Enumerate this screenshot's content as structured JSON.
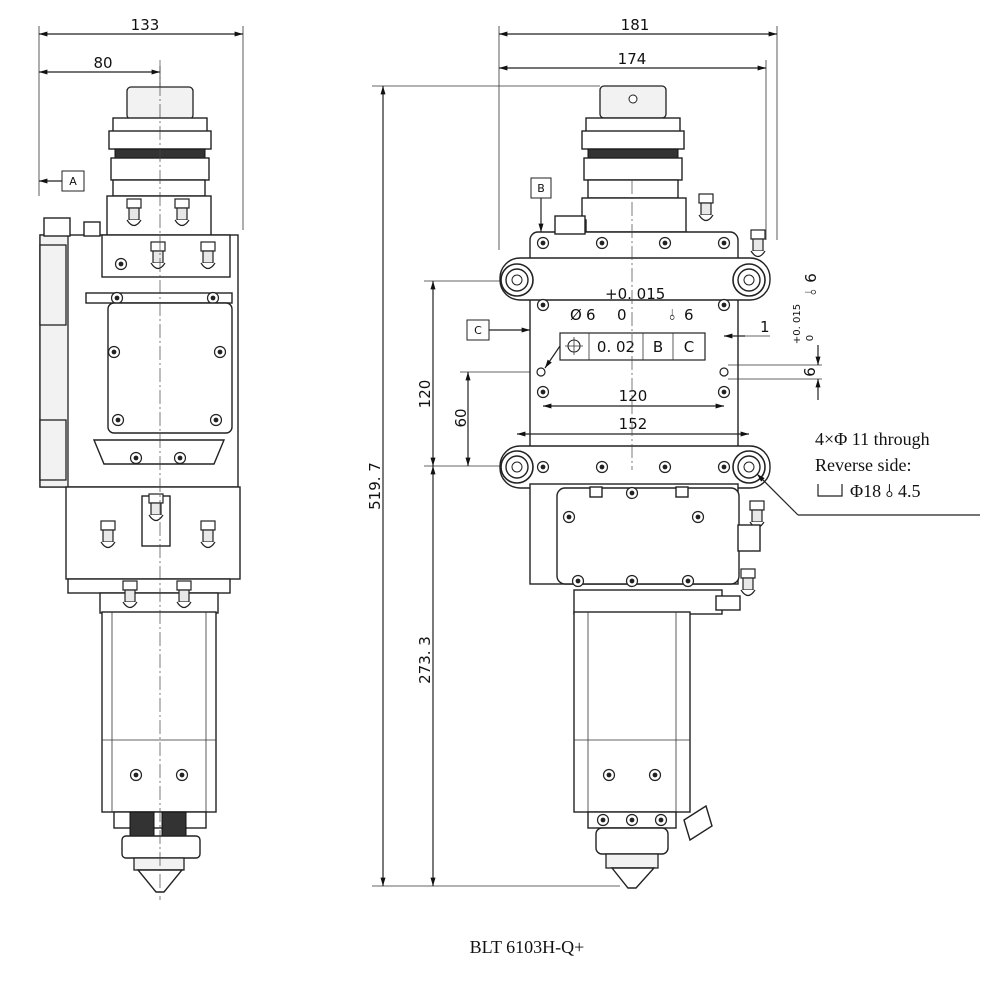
{
  "caption": "BLT 6103H-Q+",
  "side_view": {
    "dim_width_overall": "133",
    "dim_width_partial": "80",
    "datum_tag": "A"
  },
  "front_view": {
    "dim_width_overall": "181",
    "dim_width_body": "174",
    "dim_height_total": "519. 7",
    "dim_height_lower": "273. 3",
    "dim_height_mount": "120",
    "dim_height_pin": "60",
    "dim_pin_spacing": "120",
    "dim_hole_spacing": "152",
    "dim_tol_upper": "+0. 015",
    "dim_tol_lower": "0",
    "dim_right_offset": "1",
    "dim_right_pin": "6",
    "dim_right_tol_upper": "+0. 015",
    "dim_right_tol_lower": "0",
    "dim_right_depth": "6",
    "pin_spec_diameter": "6",
    "pin_spec_depth": "6",
    "datum_tag_b": "B",
    "datum_tag_c": "C",
    "position_tolerance": {
      "value": "0. 02",
      "datum_1": "B",
      "datum_2": "C"
    },
    "hole_note": {
      "line1": "4×Φ 11 through",
      "line2": "Reverse side:",
      "line3": "Φ18 ⫰ 4.5"
    }
  }
}
